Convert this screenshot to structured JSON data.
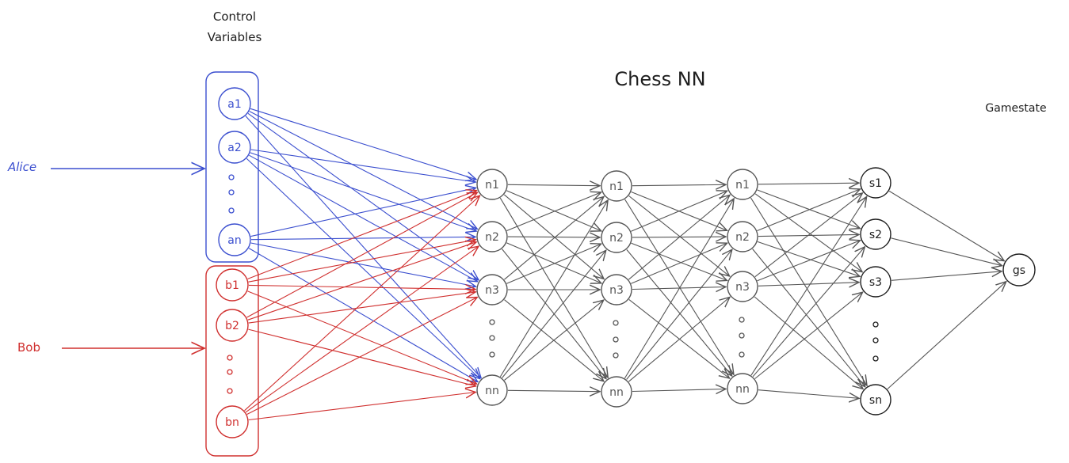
{
  "colors": {
    "alice": "#3b4fcf",
    "bob": "#d0302f",
    "network": "#555555",
    "ink": "#1e1e1e"
  },
  "headings": {
    "control_line1": "Control",
    "control_line2": "Variables",
    "title": "Chess NN",
    "gamestate": "Gamestate"
  },
  "inputs": {
    "alice": "Alice",
    "bob": "Bob"
  },
  "alice_nodes": [
    "a1",
    "a2",
    "an"
  ],
  "bob_nodes": [
    "b1",
    "b2",
    "bn"
  ],
  "hidden_layer_1": [
    "n1",
    "n2",
    "n3",
    "nn"
  ],
  "hidden_layer_2": [
    "n1",
    "n2",
    "n3",
    "nn"
  ],
  "hidden_layer_3": [
    "n1",
    "n2",
    "n3",
    "nn"
  ],
  "state_nodes": [
    "s1",
    "s2",
    "s3",
    "sn"
  ],
  "output_node": "gs"
}
